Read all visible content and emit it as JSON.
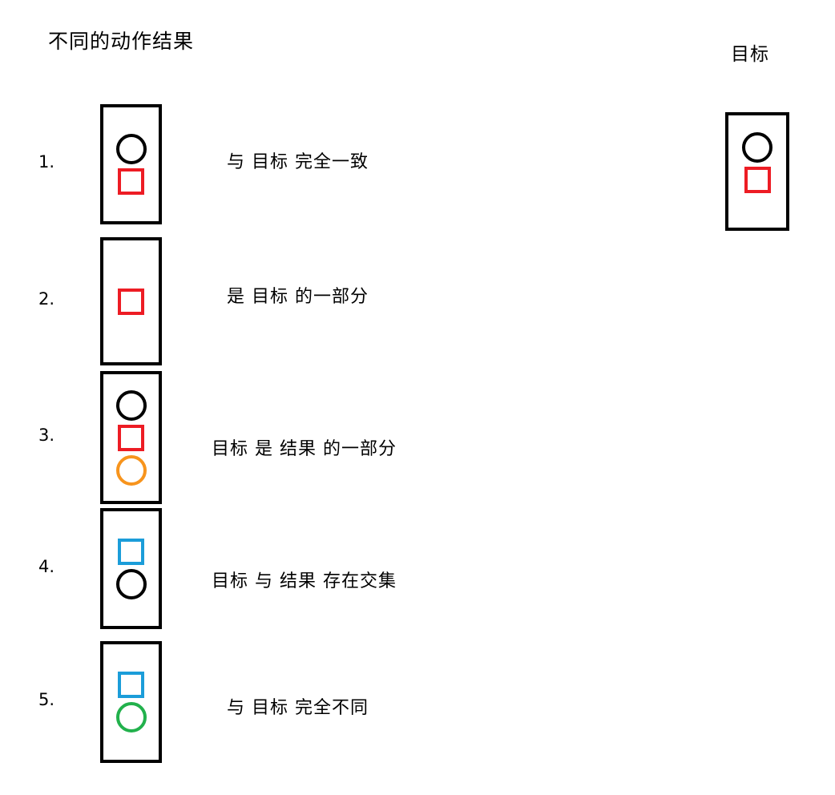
{
  "page": {
    "title_left": "不同的动作结果"
  },
  "colors": {
    "black": "#000000",
    "red": "#ed1c24",
    "orange": "#f7941d",
    "blue": "#1b9dd9",
    "green": "#22b14c"
  },
  "rows": [
    {
      "number": "1.",
      "description": "与 目标 完全一致",
      "shapes": [
        {
          "type": "circle",
          "color": "black"
        },
        {
          "type": "square",
          "color": "red"
        }
      ]
    },
    {
      "number": "2.",
      "description": "是 目标 的一部分",
      "shapes": [
        {
          "type": "square",
          "color": "red"
        }
      ]
    },
    {
      "number": "3.",
      "description": "目标 是 结果 的一部分",
      "shapes": [
        {
          "type": "circle",
          "color": "black"
        },
        {
          "type": "square",
          "color": "red"
        },
        {
          "type": "circle",
          "color": "orange"
        }
      ]
    },
    {
      "number": "4.",
      "description": "目标 与 结果 存在交集",
      "shapes": [
        {
          "type": "square",
          "color": "blue"
        },
        {
          "type": "circle",
          "color": "black"
        }
      ]
    },
    {
      "number": "5.",
      "description": "与 目标 完全不同",
      "shapes": [
        {
          "type": "square",
          "color": "blue"
        },
        {
          "type": "circle",
          "color": "green"
        }
      ]
    }
  ],
  "target": {
    "label": "目标",
    "shapes": [
      {
        "type": "circle",
        "color": "black"
      },
      {
        "type": "square",
        "color": "red"
      }
    ]
  }
}
